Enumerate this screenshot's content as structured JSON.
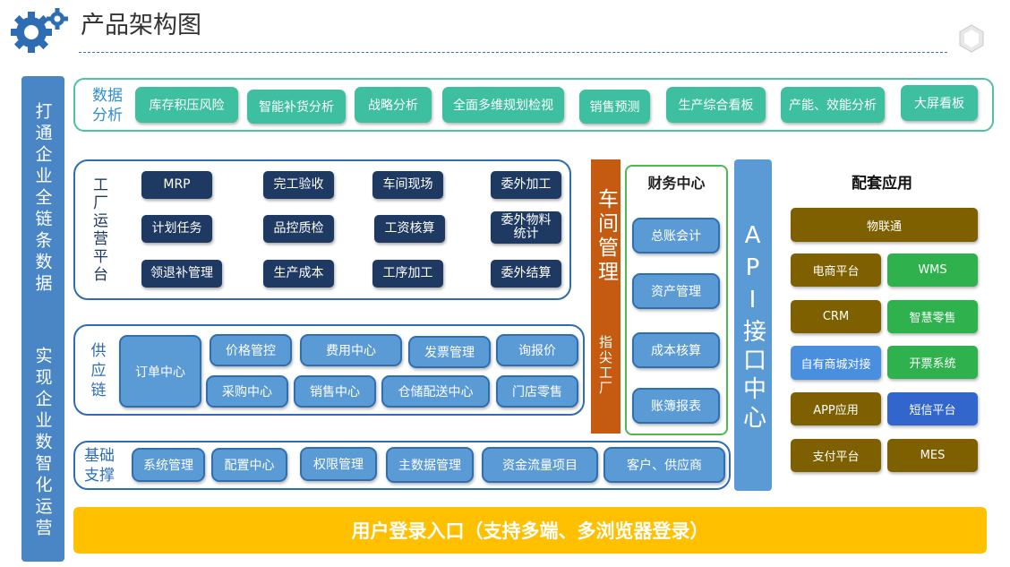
{
  "header": {
    "title": "产品架构图"
  },
  "left_bar": {
    "text1": "打通企业全链条数据",
    "text2": "实现企业数智化运营"
  },
  "data_analysis": {
    "label": "数据\n分析",
    "items": [
      "库存积压风险",
      "智能补货分析",
      "战略分析",
      "全面多维规划检视",
      "销售预测",
      "生产综合看板",
      "产能、效能分析",
      "大屏看板"
    ]
  },
  "factory": {
    "label": "工厂运营平台",
    "items": [
      "MRP",
      "完工验收",
      "车间现场",
      "委外加工",
      "计划任务",
      "品控质检",
      "工资核算",
      "委外物料\n统计",
      "领退补管理",
      "生产成本",
      "工序加工",
      "委外结算"
    ]
  },
  "supply": {
    "label": "供\n应\n链",
    "order_center": "订单中心",
    "items": [
      "价格管控",
      "费用中心",
      "发票管理",
      "询报价",
      "采购中心",
      "销售中心",
      "仓储配送中心",
      "门店零售"
    ]
  },
  "basic": {
    "label": "基础\n支撑",
    "items": [
      "系统管理",
      "配置中心",
      "权限管理",
      "主数据管理",
      "资金流量项目",
      "客户、供应商"
    ]
  },
  "workshop": {
    "title": "车间管理",
    "subtitle": "指尖工厂"
  },
  "finance": {
    "title": "财务中心",
    "items": [
      "总账会计",
      "资产管理",
      "成本核算",
      "账簿报表"
    ]
  },
  "api": {
    "label": "API接口中心"
  },
  "apps": {
    "title": "配套应用",
    "wide": "物联通",
    "items": [
      "电商平台",
      "WMS",
      "CRM",
      "智慧零售",
      "自有商城对接",
      "开票系统",
      "APP应用",
      "短信平台",
      "支付平台",
      "MES"
    ]
  },
  "login": {
    "text": "用户登录入口（支持多端、多浏览器登录）"
  },
  "colors": {
    "navy": "#1f3a62",
    "teal": "#3dbfa0",
    "blue": "#5b9bd5",
    "orange": "#c55a11",
    "yellow": "#ffc000",
    "brown": "#7f6000",
    "green": "#2fb24e"
  }
}
